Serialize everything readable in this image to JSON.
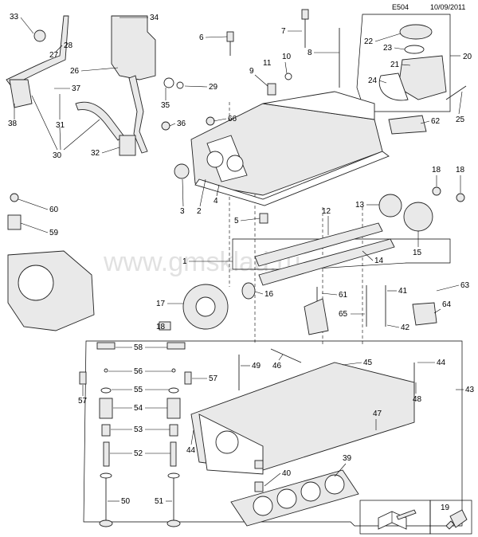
{
  "header": {
    "code": "E504",
    "date": "10/09/2011"
  },
  "watermark": "www.gmsklad.ru",
  "callouts": {
    "c1": "1",
    "c2": "2",
    "c3": "3",
    "c4": "4",
    "c5": "5",
    "c6": "6",
    "c7": "7",
    "c8": "8",
    "c9": "9",
    "c10": "10",
    "c11": "11",
    "c12": "12",
    "c13": "13",
    "c14": "14",
    "c15": "15",
    "c16": "16",
    "c17": "17",
    "c18a": "18",
    "c18b": "18",
    "c18c": "18",
    "c19": "19",
    "c20": "20",
    "c21": "21",
    "c22": "22",
    "c23": "23",
    "c24": "24",
    "c25": "25",
    "c26": "26",
    "c27": "27",
    "c28": "28",
    "c29": "29",
    "c30": "30",
    "c31": "31",
    "c32": "32",
    "c33": "33",
    "c34": "34",
    "c35": "35",
    "c36": "36",
    "c37": "37",
    "c38": "38",
    "c39": "39",
    "c40": "40",
    "c41": "41",
    "c42": "42",
    "c43": "43",
    "c44a": "44",
    "c44b": "44",
    "c45": "45",
    "c46": "46",
    "c47": "47",
    "c48": "48",
    "c49": "49",
    "c50": "50",
    "c51": "51",
    "c52": "52",
    "c53": "53",
    "c54": "54",
    "c55": "55",
    "c56": "56",
    "c57a": "57",
    "c57b": "57",
    "c58": "58",
    "c59": "59",
    "c60": "60",
    "c61": "61",
    "c62": "62",
    "c63": "63",
    "c64": "64",
    "c65": "65",
    "c66": "66"
  },
  "icons": {
    "manual": "open-book-wrench-icon",
    "sealant": "sealant-tube-icon"
  }
}
